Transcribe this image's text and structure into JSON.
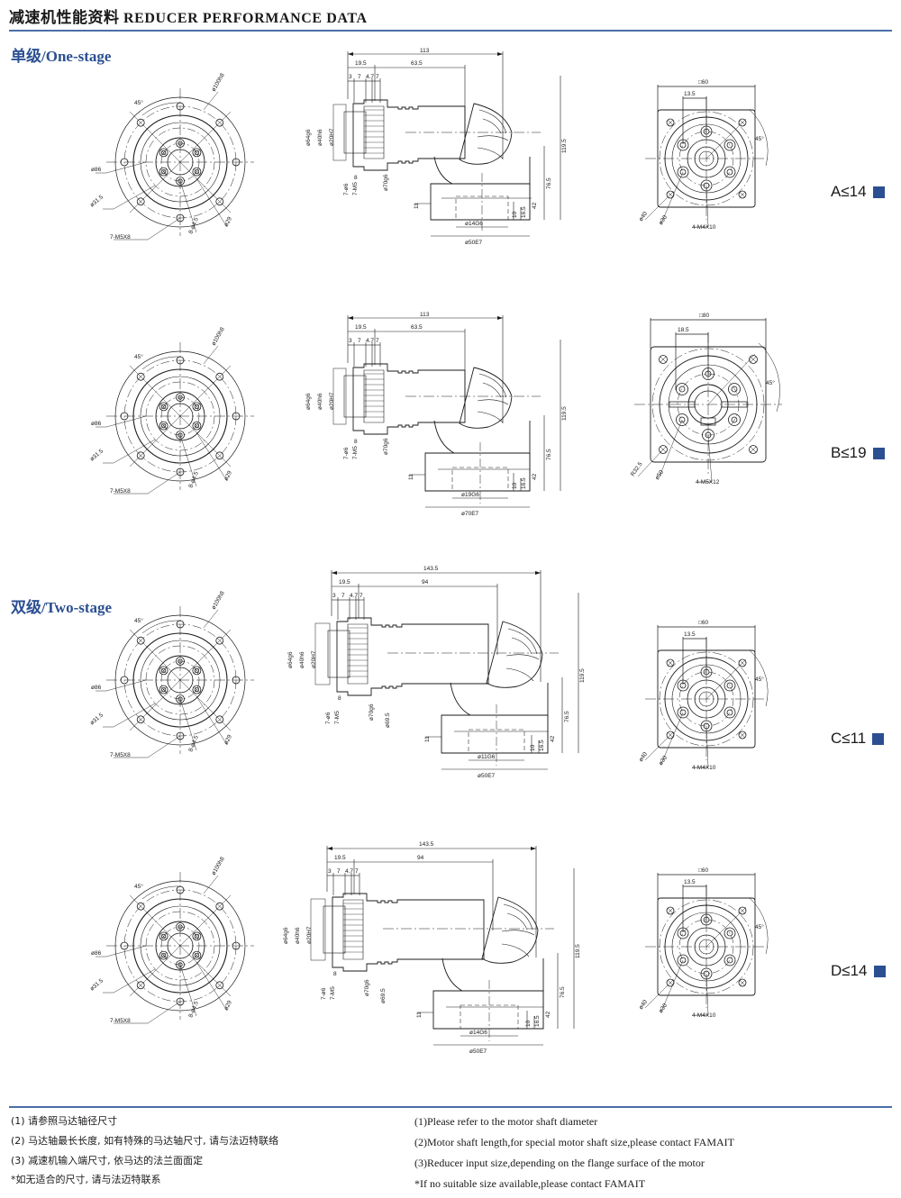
{
  "header": {
    "title_cn": "减速机性能资料",
    "title_en": "REDUCER PERFORMANCE DATA"
  },
  "sections": [
    {
      "id": "one-stage",
      "label": "单级/One-stage"
    },
    {
      "id": "two-stage",
      "label": "双级/Two-stage"
    }
  ],
  "colors": {
    "accent": "#2b4f91",
    "rule": "#4a6ea8",
    "line": "#1a1a1a"
  },
  "rows": [
    {
      "id": "a",
      "badge": "A≤14",
      "front_view": {
        "angle": "45°",
        "pcd_outer": "ø100h8",
        "d_86": "ø86",
        "d_31_5": "ø31.5",
        "d_29": "ø29",
        "holes_tapped": "7-M5X8",
        "holes_thru": "8-ø4.5"
      },
      "section_view": {
        "overall": "113",
        "l_19_5": "19.5",
        "l_63_5": "63.5",
        "t_3": "3",
        "t_7": "7",
        "t_4_7": "4.7",
        "t_7b": "7",
        "d_64g6": "ø64g6",
        "d_40h6": "ø40h6",
        "d_20H7": "ø20H7",
        "t_8": "8",
        "tap_6": "7-ø6",
        "tap_M5": "7-M5",
        "d_70g6": "ø70g6",
        "h_119_5": "119.5",
        "h_76_5": "76.5",
        "h_42": "42",
        "h_16_5": "16.5",
        "h_10": "10",
        "h_11": "11",
        "shaft_key": "ø14G6",
        "shaft_dia": "ø50E7"
      },
      "flange_view": {
        "square": "□60",
        "w_13_5": "13.5",
        "angle": "45°",
        "bolts": "4-M4X10",
        "d_40": "ø40",
        "d_30": "ø30"
      }
    },
    {
      "id": "b",
      "badge": "B≤19",
      "front_view": {
        "angle": "45°",
        "pcd_outer": "ø100h8",
        "d_86": "ø86",
        "d_31_5": "ø31.5",
        "d_29": "ø29",
        "holes_tapped": "7-M5X8",
        "holes_thru": "8-ø4.5"
      },
      "section_view": {
        "overall": "113",
        "l_19_5": "19.5",
        "l_63_5": "63.5",
        "t_3": "3",
        "t_7": "7",
        "t_4_7": "4.7",
        "t_7b": "7",
        "d_64g6": "ø64g6",
        "d_40h6": "ø40h6",
        "d_20H7": "ø20H7",
        "t_8": "8",
        "tap_6": "7-ø6",
        "tap_M5": "7-M5",
        "d_70g6": "ø70g6",
        "h_119_5": "119.5",
        "h_76_5": "76.5",
        "h_42": "42",
        "h_16_5": "16.5",
        "h_10": "10",
        "h_11": "11",
        "shaft_key": "ø19G6",
        "shaft_dia": "ø70E7"
      },
      "flange_view": {
        "square": "□80",
        "w_13_5": "18.5",
        "angle": "45°",
        "bolts": "4-M5X12",
        "d_40": "ø50",
        "d_30": "R32.5"
      }
    },
    {
      "id": "c",
      "badge": "C≤11",
      "front_view": {
        "angle": "45°",
        "pcd_outer": "ø100h8",
        "d_86": "ø86",
        "d_31_5": "ø31.5",
        "d_29": "ø29",
        "holes_tapped": "7-M5X8",
        "holes_thru": "8-ø4.5"
      },
      "section_view": {
        "overall": "143.5",
        "l_19_5": "19.5",
        "l_63_5": "94",
        "t_3": "3",
        "t_7": "7",
        "t_4_7": "4.7",
        "t_7b": "7",
        "d_64g6": "ø64g6",
        "d_40h6": "ø40h6",
        "d_20H7": "ø20H7",
        "t_8": "8",
        "tap_6": "7-ø6",
        "tap_M5": "7-M5",
        "d_70g6": "ø70g6",
        "d_69_5": "ø69.5",
        "h_119_5": "119.5",
        "h_76_5": "76.5",
        "h_42": "42",
        "h_16_5": "16.5",
        "h_10": "10",
        "h_11": "11",
        "shaft_key": "ø11G6",
        "shaft_dia": "ø50E7"
      },
      "flange_view": {
        "square": "□60",
        "w_13_5": "13.5",
        "angle": "45°",
        "bolts": "4-M4X10",
        "d_40": "ø40",
        "d_30": "ø30"
      }
    },
    {
      "id": "d",
      "badge": "D≤14",
      "front_view": {
        "angle": "45°",
        "pcd_outer": "ø100h8",
        "d_86": "ø86",
        "d_31_5": "ø31.5",
        "d_29": "ø29",
        "holes_tapped": "7-M5X8",
        "holes_thru": "8-ø4.5"
      },
      "section_view": {
        "overall": "143.5",
        "l_19_5": "19.5",
        "l_63_5": "94",
        "t_3": "3",
        "t_7": "7",
        "t_4_7": "4.7",
        "t_7b": "7",
        "d_64g6": "ø64g6",
        "d_40h6": "ø40h6",
        "d_20H7": "ø20H7",
        "t_8": "8",
        "tap_6": "7-ø6",
        "tap_M5": "7-M5",
        "d_70g6": "ø70g6",
        "d_69_5": "ø69.5",
        "h_119_5": "119.5",
        "h_76_5": "76.5",
        "h_42": "42",
        "h_16_5": "16.5",
        "h_10": "10",
        "h_11": "11",
        "shaft_key": "ø14G6",
        "shaft_dia": "ø50E7"
      },
      "flange_view": {
        "square": "□60",
        "w_13_5": "13.5",
        "angle": "45°",
        "bolts": "4-M4X10",
        "d_40": "ø40",
        "d_30": "ø30"
      }
    }
  ],
  "notes": {
    "cn": [
      "(1) 请参照马达轴径尺寸",
      "(2) 马达轴最长长度, 如有特殊的马达轴尺寸, 请与法迈特联络",
      "(3) 减速机输入端尺寸, 依马达的法兰面面定",
      "*如无适合的尺寸, 请与法迈特联系"
    ],
    "en": [
      "(1)Please refer to the motor shaft diameter",
      "(2)Motor shaft length,for special motor shaft size,please contact FAMAIT",
      "(3)Reducer input size,depending on the flange surface of the motor",
      "*If no suitable size available,please contact FAMAIT"
    ]
  }
}
